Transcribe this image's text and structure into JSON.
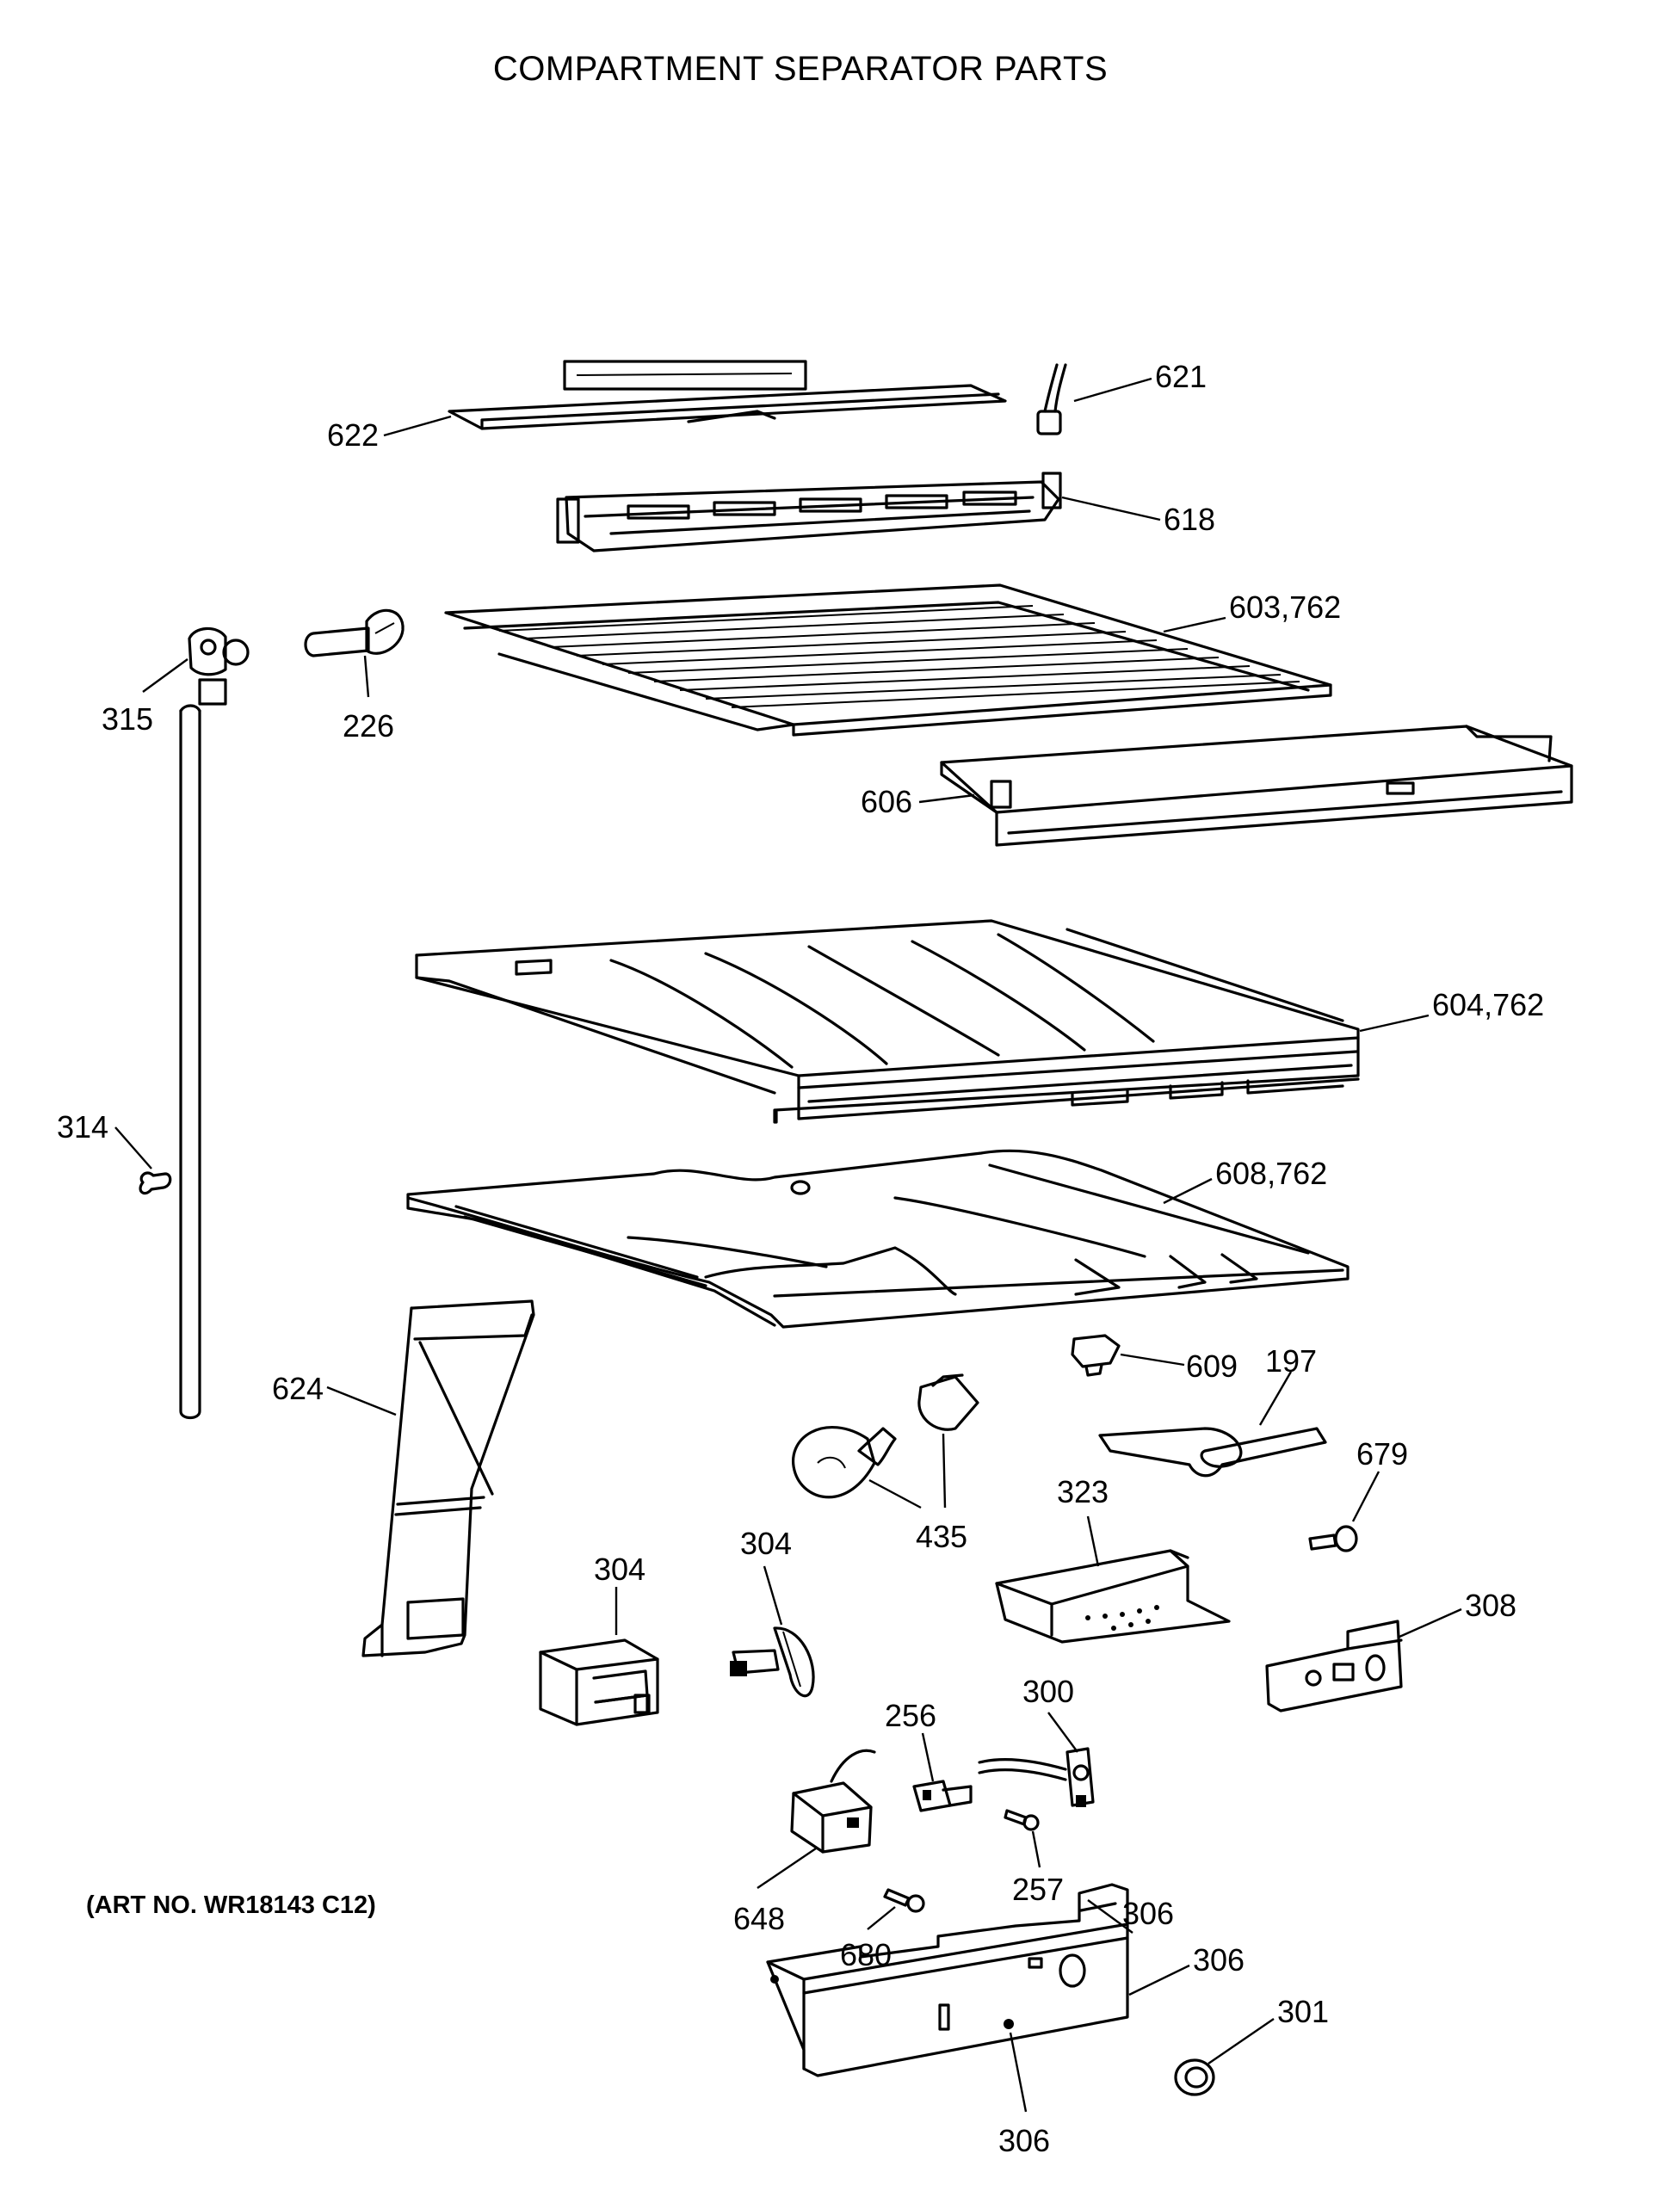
{
  "title": "COMPARTMENT SEPARATOR PARTS",
  "art_number": "(ART NO. WR18143 C12)",
  "callouts": [
    {
      "id": "622",
      "text": "622"
    },
    {
      "id": "621",
      "text": "621"
    },
    {
      "id": "618",
      "text": "618"
    },
    {
      "id": "603",
      "text": "603,762"
    },
    {
      "id": "315",
      "text": "315"
    },
    {
      "id": "226",
      "text": "226"
    },
    {
      "id": "606",
      "text": "606"
    },
    {
      "id": "604",
      "text": "604,762"
    },
    {
      "id": "314",
      "text": "314"
    },
    {
      "id": "608",
      "text": "608,762"
    },
    {
      "id": "624",
      "text": "624"
    },
    {
      "id": "609",
      "text": "609"
    },
    {
      "id": "197",
      "text": "197"
    },
    {
      "id": "679",
      "text": "679"
    },
    {
      "id": "435",
      "text": "435"
    },
    {
      "id": "323",
      "text": "323"
    },
    {
      "id": "304a",
      "text": "304"
    },
    {
      "id": "304b",
      "text": "304"
    },
    {
      "id": "308",
      "text": "308"
    },
    {
      "id": "256",
      "text": "256"
    },
    {
      "id": "300",
      "text": "300"
    },
    {
      "id": "257",
      "text": "257"
    },
    {
      "id": "648",
      "text": "648"
    },
    {
      "id": "680",
      "text": "680"
    },
    {
      "id": "306a",
      "text": "306"
    },
    {
      "id": "306b",
      "text": "306"
    },
    {
      "id": "306c",
      "text": "306"
    },
    {
      "id": "301",
      "text": "301"
    }
  ]
}
